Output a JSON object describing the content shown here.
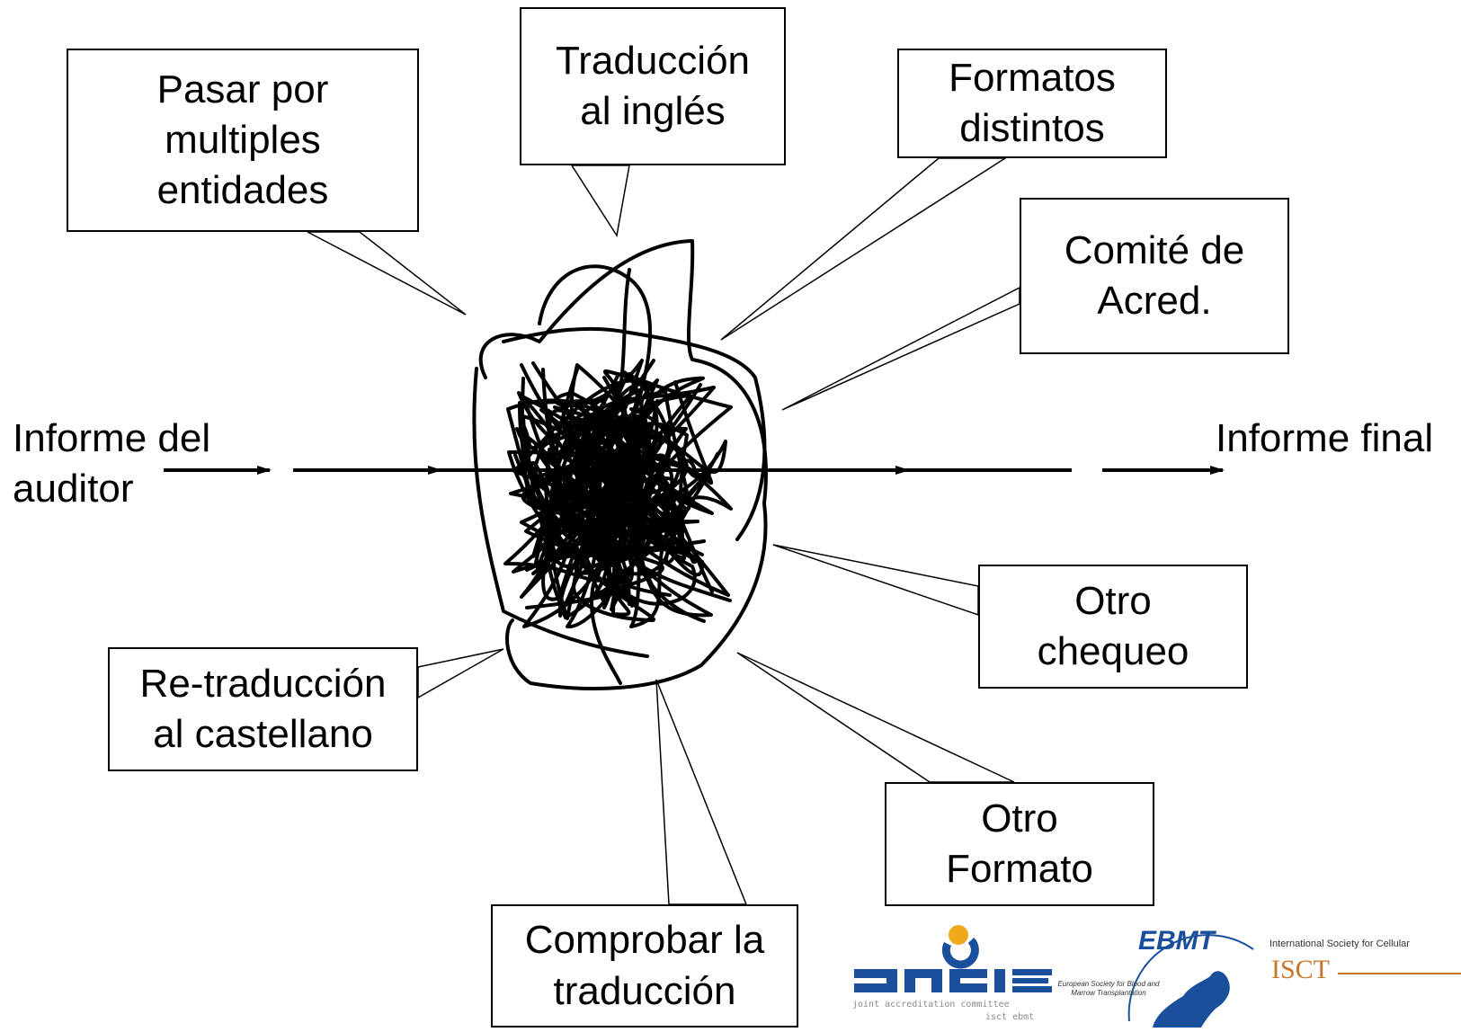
{
  "flow": {
    "input_label": "Informe del\nauditor",
    "output_label": "Informe final"
  },
  "callouts": [
    {
      "id": "pasar-por-multiples-entidades",
      "text": "Pasar por\nmultiples\nentidades"
    },
    {
      "id": "traduccion-al-ingles",
      "text": "Traducción\nal inglés"
    },
    {
      "id": "formatos-distintos",
      "text": "Formatos\ndistintos"
    },
    {
      "id": "comite-de-acred",
      "text": "Comité de\nAcred."
    },
    {
      "id": "otro-chequeo",
      "text": "Otro\nchequeo"
    },
    {
      "id": "otro-formato",
      "text": "Otro\nFormato"
    },
    {
      "id": "comprobar-la-traduccion",
      "text": "Comprobar la\ntraducción"
    },
    {
      "id": "re-traduccion-al-castellano",
      "text": "Re-traducción\nal castellano"
    }
  ],
  "logos": {
    "jacie": {
      "name": "JACIE",
      "subtitle": "joint accreditation committee",
      "subtitle2": "isct  ebmt",
      "color": "#1a4f9c",
      "accent": "#f0a81c"
    },
    "ebmt": {
      "name": "EBMT",
      "subtitle": "European Society for Blood and\nMarrow Transplantation",
      "color": "#1a4f9c"
    },
    "isct": {
      "name": "ISCT",
      "subtitle": "International Society for Cellular",
      "color": "#c8762a"
    }
  }
}
